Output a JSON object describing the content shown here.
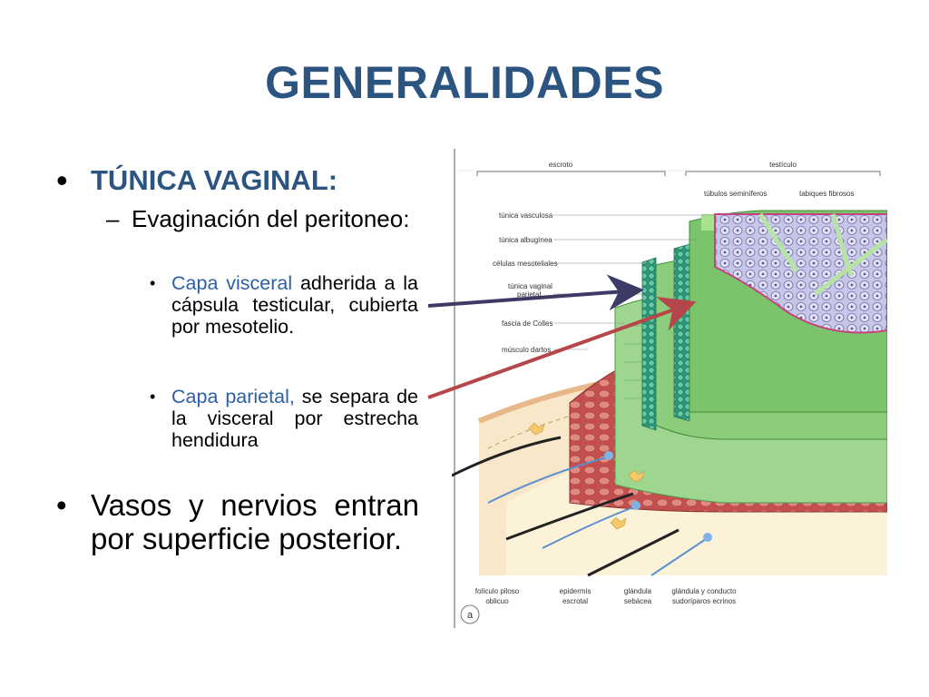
{
  "title": "GENERALIDADES",
  "bullets": {
    "tunica_heading": "TÚNICA VAGINAL:",
    "evaginacion": "Evaginación del peritoneo:",
    "capa_visceral_term": "Capa visceral",
    "capa_visceral_rest": " adherida a la cápsula testicular, cubierta por mesotelio.",
    "capa_parietal_term": "Capa parietal,",
    "capa_parietal_rest": " se separa de la visceral por estrecha hendidura",
    "vasos": "Vasos y nervios entran por superficie posterior."
  },
  "diagram": {
    "header_left": "escroto",
    "header_right": "testículo",
    "labels_left": [
      "túnica vasculosa",
      "túnica albugínea",
      "células mesoteliales",
      "túnica vaginal",
      "parietal",
      "fascia de Colles",
      "músculo dartos"
    ],
    "labels_top": [
      "túbulos seminíferos",
      "tabiques fibrosos"
    ],
    "labels_bottom": [
      "folículo piloso",
      "oblicuo",
      "epidermis",
      "escrotal",
      "glándula",
      "sebácea",
      "glándula y conducto",
      "sudoríparos ecrinos"
    ],
    "panel_letter": "a",
    "colors": {
      "arrow_visceral": "#3d3a66",
      "arrow_parietal": "#b5474a"
    }
  }
}
